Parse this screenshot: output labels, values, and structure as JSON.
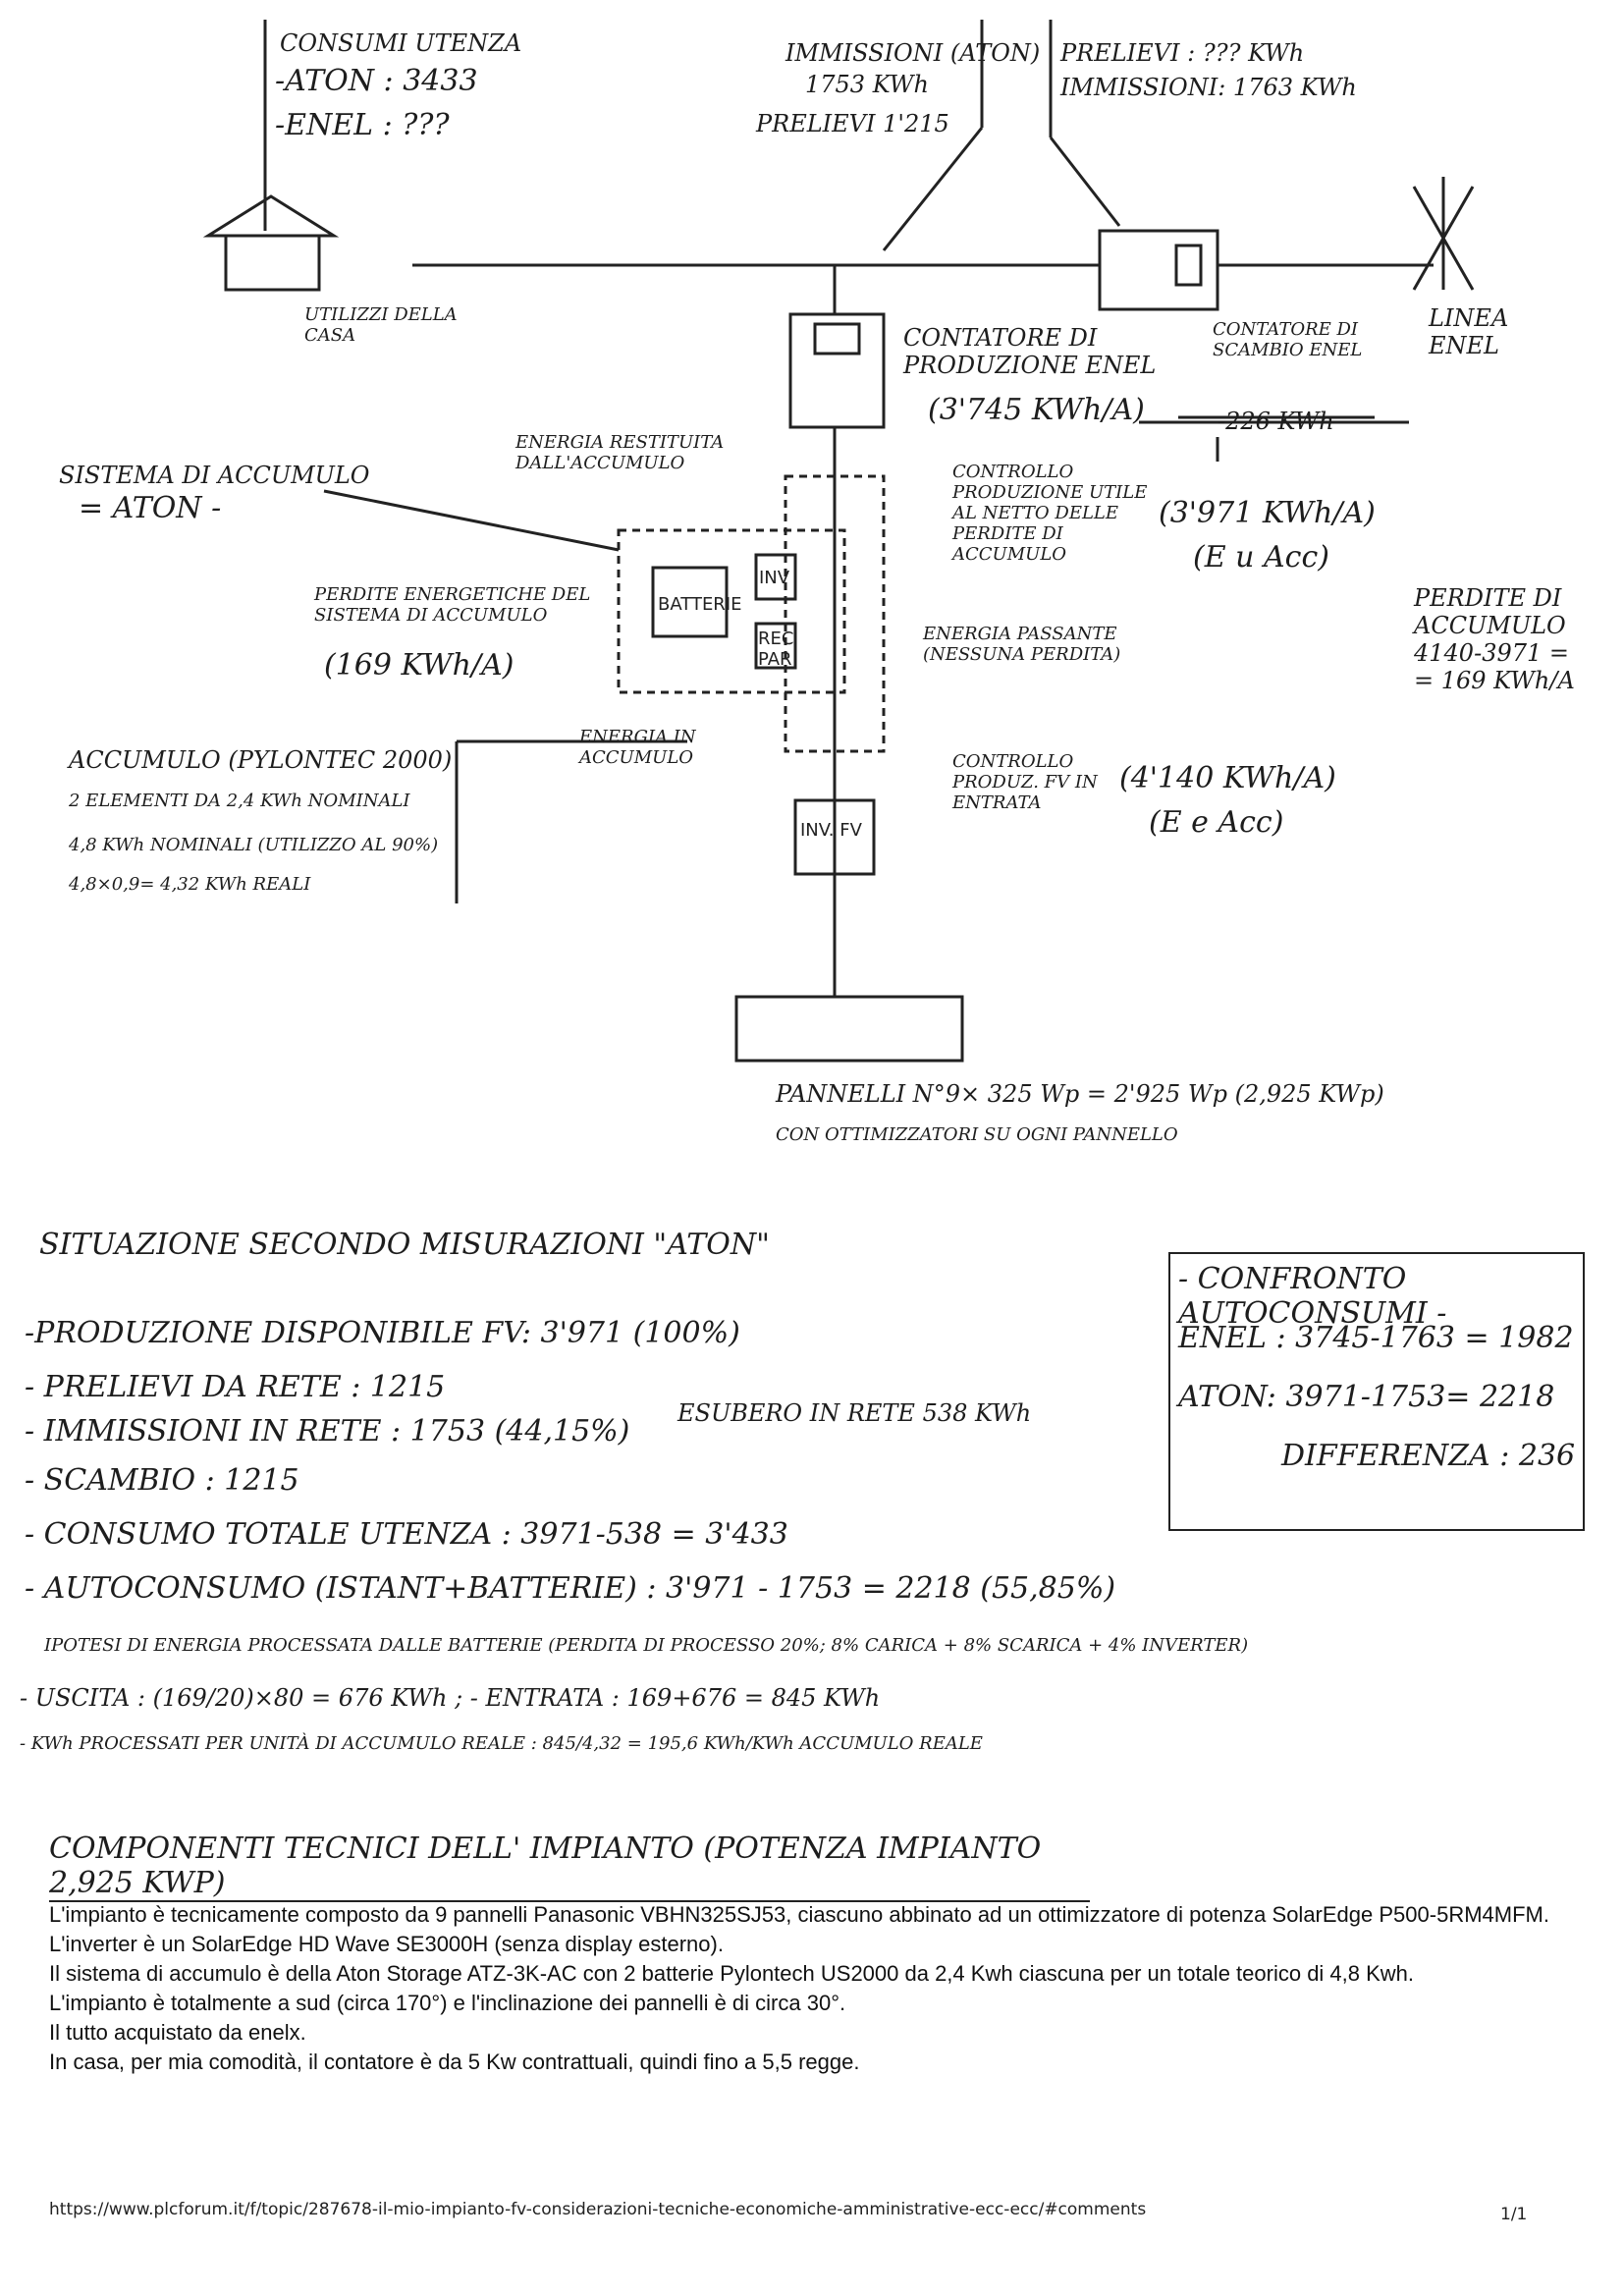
{
  "top": {
    "consumi": {
      "title": "CONSUMI UTENZA",
      "aton": "-ATON : 3433",
      "enel": "-ENEL : ???"
    },
    "middle": {
      "immissioni": "IMMISSIONI (ATON)",
      "immissioni_val": "1753 KWh",
      "prelievi": "PRELIEVI 1'215"
    },
    "right": {
      "prelievi": "PRELIEVI : ??? KWh",
      "immissioni": "IMMISSIONI: 1763 KWh"
    }
  },
  "labels": {
    "utilizzi": "UTILIZZI DELLA CASA",
    "linea": "LINEA ENEL",
    "contatore_scambio": "CONTATORE DI SCAMBIO ENEL",
    "contatore_prod": "CONTATORE DI PRODUZIONE ENEL",
    "prod_val": "(3'745 KWh/A)",
    "minus226": "-226 KWh",
    "sistema": "SISTEMA DI ACCUMULO",
    "aton": "= ATON -",
    "energia_rest": "ENERGIA RESTITUITA DALL'ACCUMULO",
    "controllo_utile": "CONTROLLO PRODUZIONE UTILE AL NETTO DELLE PERDITE DI ACCUMULO",
    "val3971": "(3'971 KWh/A)",
    "euacc": "(E u Acc)",
    "perdite_energ": "PERDITE ENERGETICHE DEL SISTEMA DI ACCUMULO",
    "val169": "(169 KWh/A)",
    "batterie": "BATTERIE",
    "inv": "INV",
    "rec": "REC PAR",
    "energia_pass": "ENERGIA PASSANTE (NESSUNA PERDITA)",
    "perdite_acc": "PERDITE DI ACCUMULO 4140-3971 = = 169 KWh/A",
    "energia_in": "ENERGIA IN ACCUMULO",
    "controllo_fv": "CONTROLLO PRODUZ. FV IN ENTRATA",
    "val4140": "(4'140 KWh/A)",
    "eeacc": "(E e Acc)",
    "invfv": "INV. FV",
    "accumulo": [
      "ACCUMULO (PYLONTEC 2000)",
      "2 ELEMENTI DA 2,4 KWh NOMINALI",
      "4,8 KWh NOMINALI (UTILIZZO AL 90%)",
      "4,8×0,9= 4,32 KWh REALI"
    ],
    "pannelli": "PANNELLI N°9× 325 Wp = 2'925 Wp (2,925 KWp)",
    "ottim": "CON OTTIMIZZATORI SU OGNI PANNELLO"
  },
  "situazione": {
    "title": "SITUAZIONE SECONDO MISURAZIONI \"ATON\"",
    "rows": [
      "-PRODUZIONE DISPONIBILE FV: 3'971 (100%)",
      "- PRELIEVI DA RETE : 1215",
      "- IMMISSIONI IN RETE : 1753 (44,15%)",
      "- SCAMBIO : 1215",
      "- CONSUMO TOTALE UTENZA : 3971-538 = 3'433",
      "- AUTOCONSUMO (ISTANT+BATTERIE) : 3'971 - 1753 = 2218 (55,85%)"
    ],
    "esubero": "ESUBERO IN RETE 538 KWh",
    "ipotesi": "IPOTESI DI ENERGIA PROCESSATA DALLE BATTERIE (PERDITA DI PROCESSO 20%; 8% CARICA + 8% SCARICA + 4% INVERTER)",
    "uscita": "- USCITA : (169/20)×80 = 676 KWh ; - ENTRATA : 169+676 = 845 KWh",
    "kwh": "- KWh PROCESSATI PER UNITÀ DI ACCUMULO REALE : 845/4,32 = 195,6 KWh/KWh ACCUMULO REALE"
  },
  "confronto": {
    "title": "- CONFRONTO AUTOCONSUMI -",
    "enel": "ENEL : 3745-1763 = 1982",
    "aton": "ATON: 3971-1753= 2218",
    "diff": "DIFFERENZA : 236"
  },
  "componenti": {
    "title": "COMPONENTI TECNICI DELL' IMPIANTO (POTENZA IMPIANTO 2,925 KWP)",
    "lines": [
      "L'impianto è tecnicamente composto da 9 pannelli Panasonic VBHN325SJ53, ciascuno abbinato ad un ottimizzatore di potenza SolarEdge P500-5RM4MFM.",
      "L'inverter è un SolarEdge HD Wave SE3000H (senza display esterno).",
      "Il sistema di accumulo è della Aton Storage ATZ-3K-AC con 2 batterie Pylontech US2000 da 2,4 Kwh ciascuna per un totale teorico di 4,8 Kwh.",
      "L'impianto è totalmente a sud (circa 170°) e l'inclinazione dei pannelli è di circa 30°.",
      "Il tutto acquistato da enelx.",
      "In casa, per mia comodità, il contatore è da 5 Kw contrattuali, quindi fino a 5,5 regge."
    ]
  },
  "footer": {
    "url": "https://www.plcforum.it/f/topic/287678-il-mio-impianto-fv-considerazioni-tecniche-economiche-amministrative-ecc-ecc/#comments",
    "page": "1/1"
  }
}
